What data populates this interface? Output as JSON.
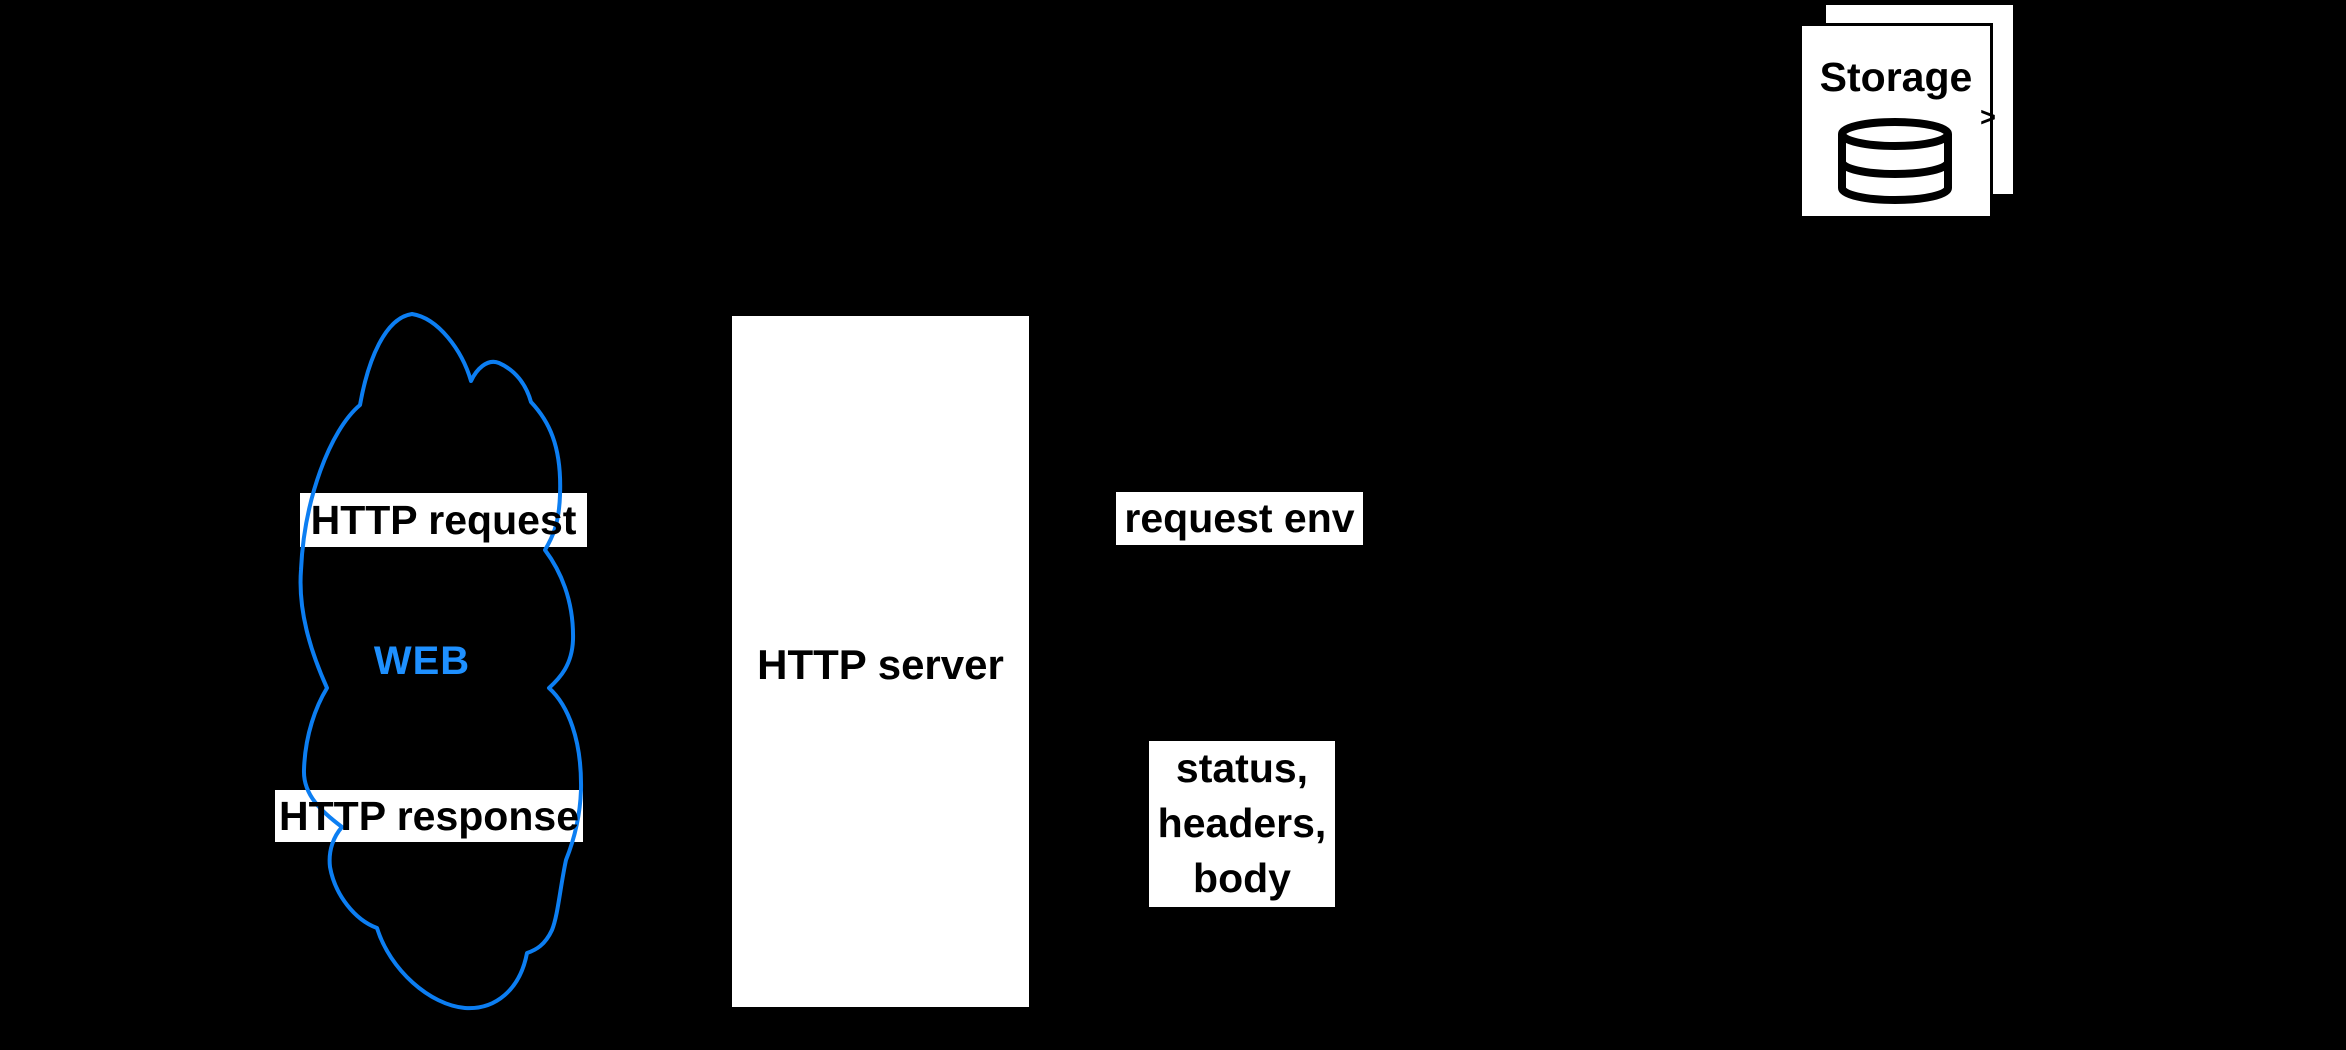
{
  "colors": {
    "background": "#000000",
    "accent_blue": "#0c7ef2",
    "web_text_blue": "#1e90ff",
    "label_bg": "#ffffff",
    "label_text": "#000000"
  },
  "diagram": {
    "cloud": {
      "name": "WEB",
      "request_label": "HTTP request",
      "response_label": "HTTP response"
    },
    "server": {
      "label": "HTTP server"
    },
    "labels": {
      "request_env": "request env",
      "response_lines": [
        "status,",
        "headers,",
        "body"
      ]
    },
    "storage": {
      "title": "Storage",
      "arrow_glyph": ">"
    }
  }
}
